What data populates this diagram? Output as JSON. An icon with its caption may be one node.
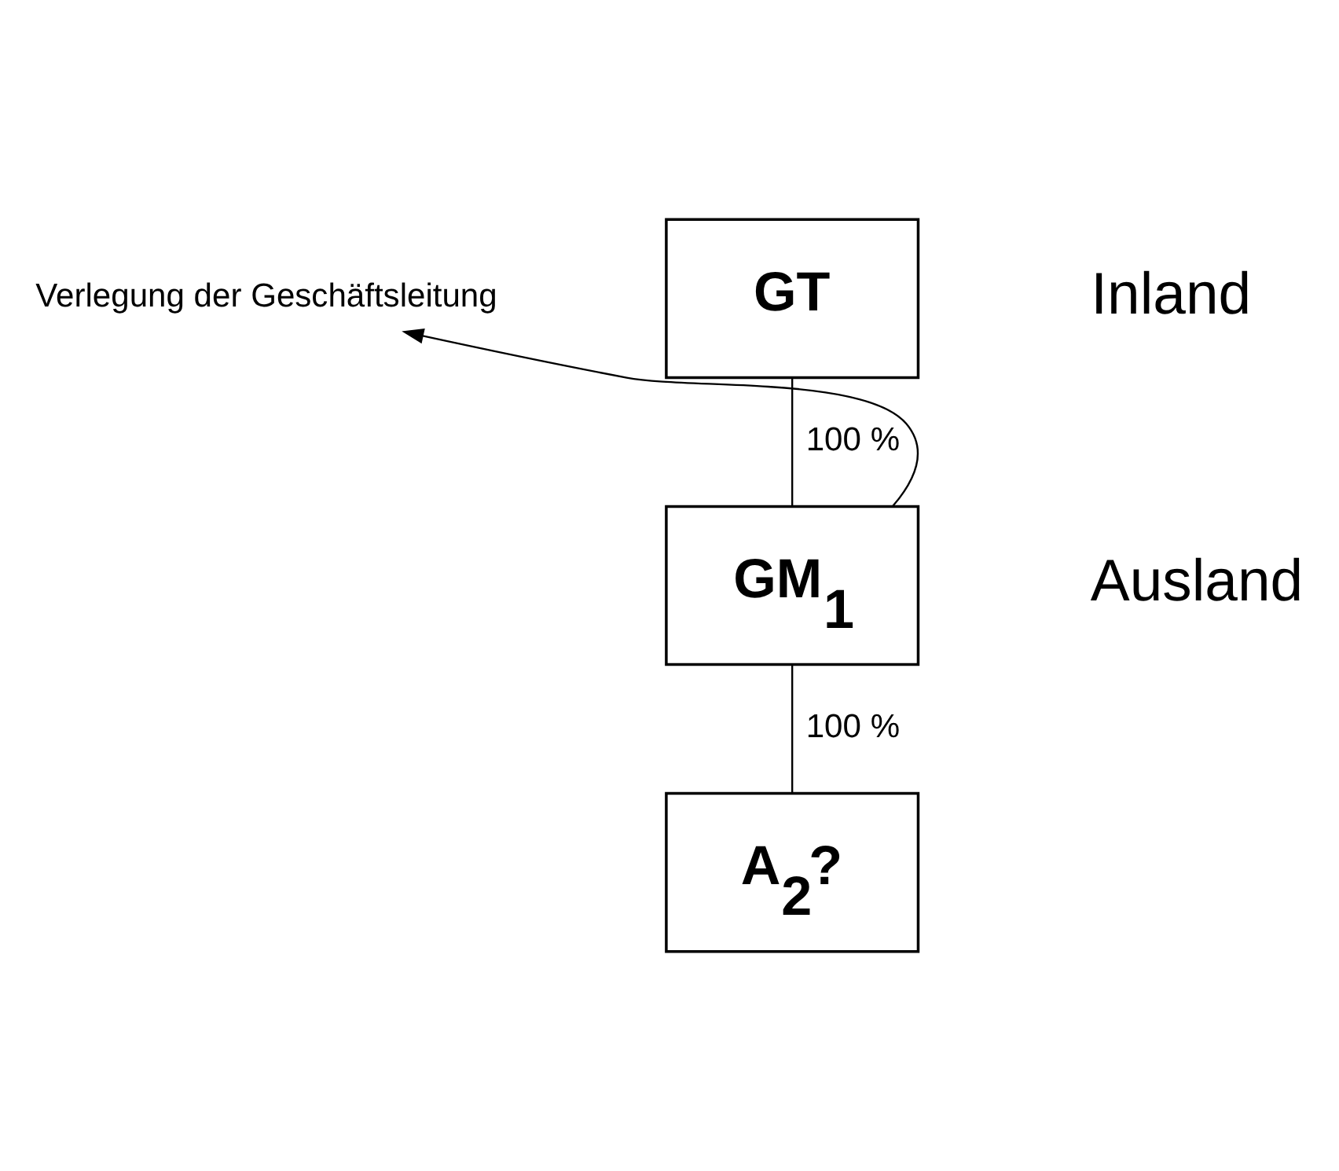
{
  "diagram": {
    "nodes": [
      {
        "text": [
          "GT"
        ]
      },
      {
        "text": [
          "GM$_{1}$"
        ]
      },
      {
        "text": [
          "A$_{2}$?"
        ]
      },
      {
        "text": [
          "Verlegung der Geschäftsleitung"
        ]
      }
    ],
    "edges": [
      {
        "from": 0,
        "to": 1,
        "arrow": "none",
        "label": "100 %"
      },
      {
        "from": 1,
        "to": 2,
        "arrow": "none",
        "label": "100 %"
      },
      {
        "from": 1,
        "to": 3,
        "arrow": "to"
      }
    ],
    "labels": [
      "Inland",
      "Ausland"
    ]
  }
}
